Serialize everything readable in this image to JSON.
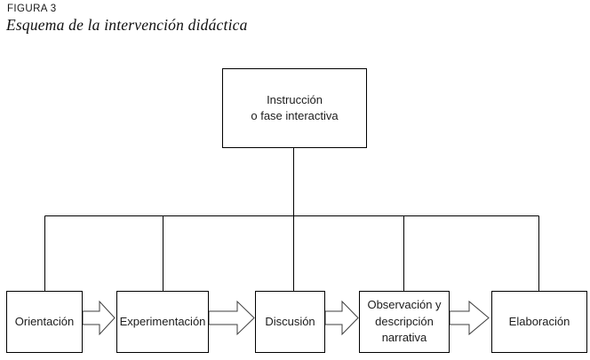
{
  "figure": {
    "label": "FIGURA 3",
    "title": "Esquema de la intervención didáctica"
  },
  "diagram": {
    "instruction_box": {
      "line1": "Instrucción",
      "line2": "o fase interactiva"
    },
    "stages": [
      {
        "label": "Orientación"
      },
      {
        "label": "Experimentación"
      },
      {
        "label": "Discusión"
      },
      {
        "label": "Observación y descripción narrativa"
      },
      {
        "label": "Elaboración"
      }
    ]
  },
  "icons": {
    "flow_arrow": "hollow-right-arrow"
  },
  "colors": {
    "background": "#ffffff",
    "box_border": "#000000",
    "connector_line": "#000000",
    "arrow_outline": "#3d3d3d",
    "text": "#1c1c1c"
  }
}
